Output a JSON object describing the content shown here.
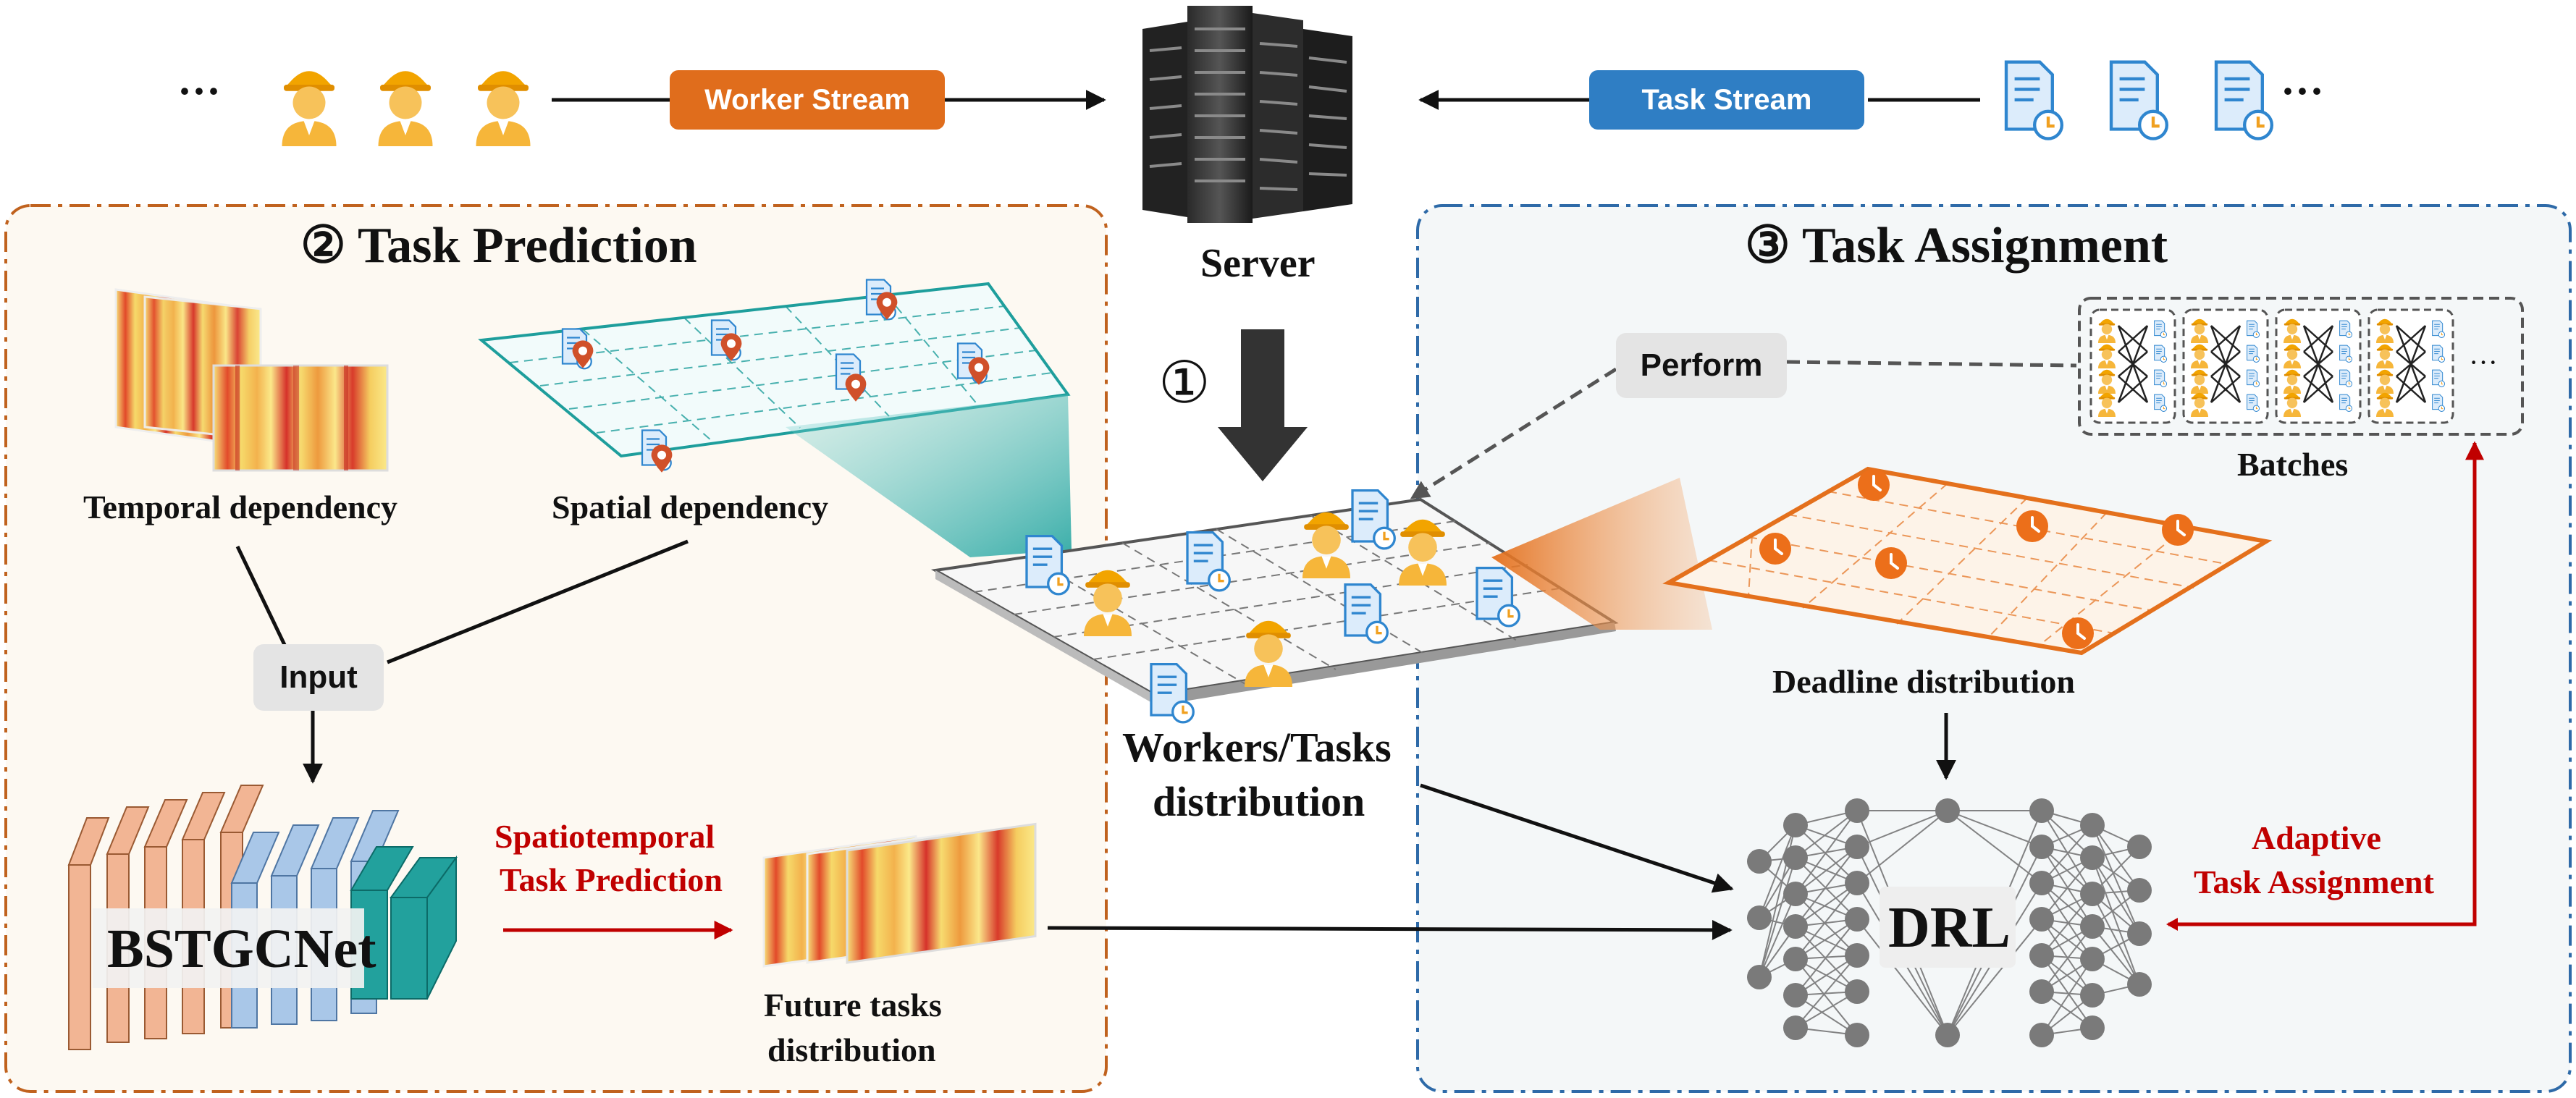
{
  "top": {
    "ellipsis_left": "···",
    "ellipsis_right": "···",
    "worker_stream": "Worker Stream",
    "task_stream": "Task Stream",
    "server": "Server",
    "step1": "①"
  },
  "prediction": {
    "title": "② Task Prediction",
    "temporal": "Temporal dependency",
    "spatial": "Spatial dependency",
    "input": "Input",
    "model": "BSTGCNet",
    "st_pred_line1": "Spatiotemporal",
    "st_pred_line2": "Task Prediction",
    "future_line1": "Future tasks",
    "future_line2": "distribution"
  },
  "center": {
    "wt_line1": "Workers/Tasks",
    "wt_line2": "distribution"
  },
  "assignment": {
    "title": "③ Task Assignment",
    "perform": "Perform",
    "batches": "Batches",
    "batch_ellipsis": "···",
    "deadline": "Deadline distribution",
    "drl": "DRL",
    "adaptive_line1": "Adaptive",
    "adaptive_line2": "Task Assignment"
  },
  "colors": {
    "prediction_border": "#c0621e",
    "prediction_bg": "#fdf9f2",
    "assignment_border": "#2e6aa8",
    "assignment_bg": "#f4f7f8",
    "worker_stream_bg": "#e06d1c",
    "task_stream_bg": "#2f7ec4",
    "red_accent": "#c00000",
    "teal": "#1e9e9c"
  }
}
